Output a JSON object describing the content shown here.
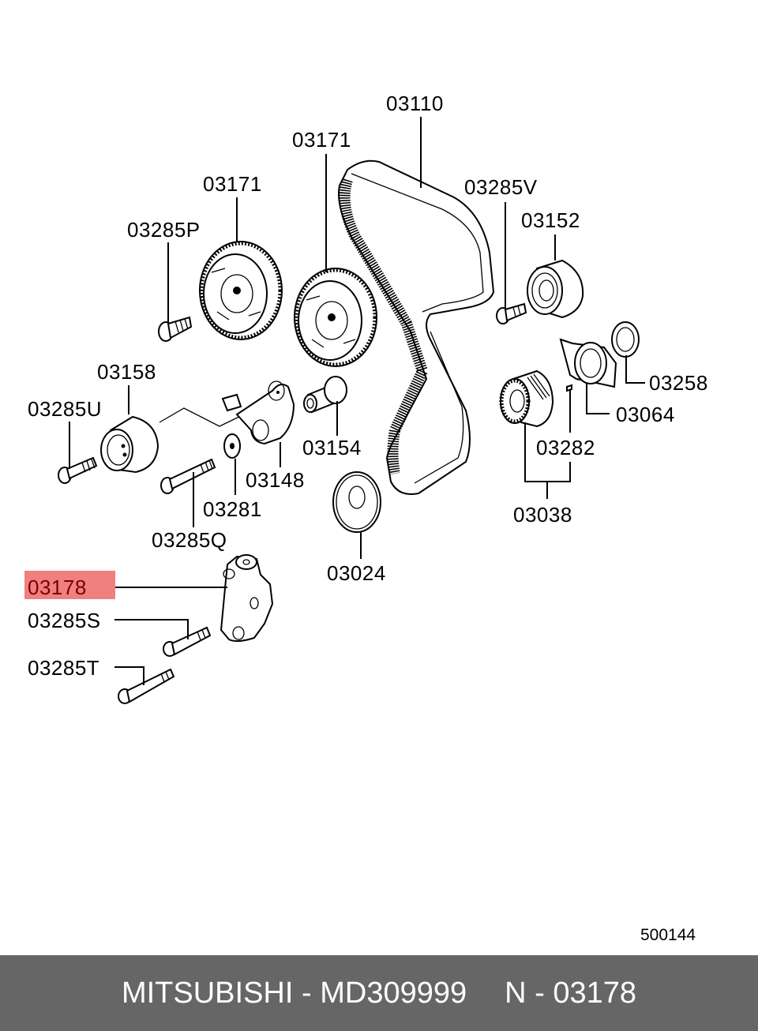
{
  "diagram": {
    "id": "500144",
    "highlight_color": "#f08080",
    "labels": {
      "p03110": "03110",
      "p03171_a": "03171",
      "p03171_b": "03171",
      "p03285P": "03285P",
      "p03285V": "03285V",
      "p03152": "03152",
      "p03158": "03158",
      "p03285U": "03285U",
      "p03154": "03154",
      "p03148": "03148",
      "p03281": "03281",
      "p03285Q": "03285Q",
      "p03024": "03024",
      "p03258": "03258",
      "p03064": "03064",
      "p03282": "03282",
      "p03038": "03038",
      "p03178": "03178",
      "p03285S": "03285S",
      "p03285T": "03285T"
    }
  },
  "footer": {
    "brand": "MITSUBISHI",
    "part_number": "MD309999",
    "reference": "N - 03178",
    "separator": " - "
  }
}
